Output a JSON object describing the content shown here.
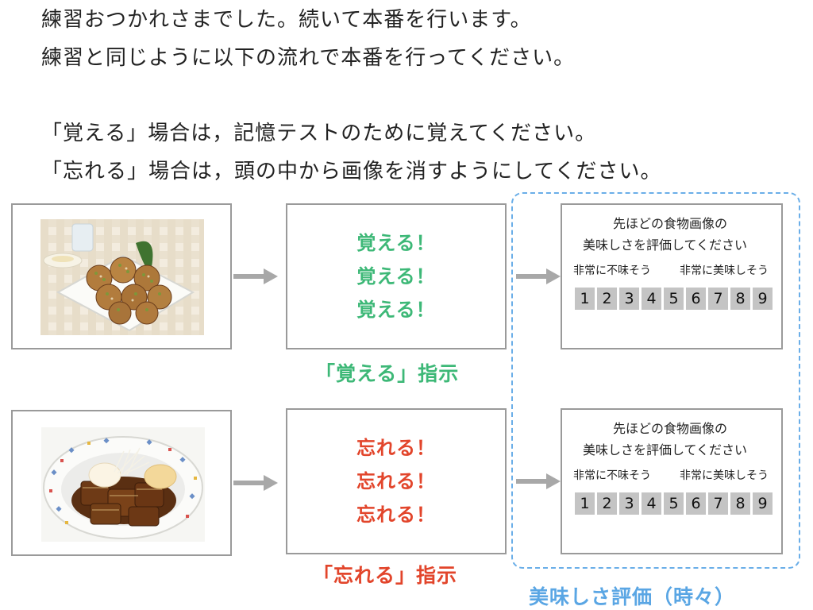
{
  "intro": {
    "line1": "練習おつかれさまでした。続いて本番を行います。",
    "line2": "練習と同じように以下の流れで本番を行ってください。",
    "line3": "「覚える」場合は，記憶テストのために覚えてください。",
    "line4": "「忘れる」場合は，頭の中から画像を消すようにしてください。"
  },
  "rows": [
    {
      "photo_icon": "takoyaki-photo",
      "instruction_lines": [
        "覚える！",
        "覚える！",
        "覚える！"
      ],
      "instruction_color": "#3db877",
      "caption": "「覚える」指示"
    },
    {
      "photo_icon": "kakuni-photo",
      "instruction_lines": [
        "忘れる！",
        "忘れる！",
        "忘れる！"
      ],
      "instruction_color": "#e2452b",
      "caption": "「忘れる」指示"
    }
  ],
  "rating": {
    "title_line1": "先ほどの食物画像の",
    "title_line2": "美味しさを評価してください",
    "low_anchor": "非常に不味そう",
    "high_anchor": "非常に美味しそう",
    "scale": [
      "1",
      "2",
      "3",
      "4",
      "5",
      "6",
      "7",
      "8",
      "9"
    ]
  },
  "rating_group_caption": "美味しさ評価（時々）",
  "colors": {
    "frame": "#9a9a9a",
    "arrow": "#a8a8a8",
    "dashed": "#6aaee8",
    "remember": "#3db877",
    "forget": "#e2452b",
    "rating_caption": "#5aa6e4"
  }
}
